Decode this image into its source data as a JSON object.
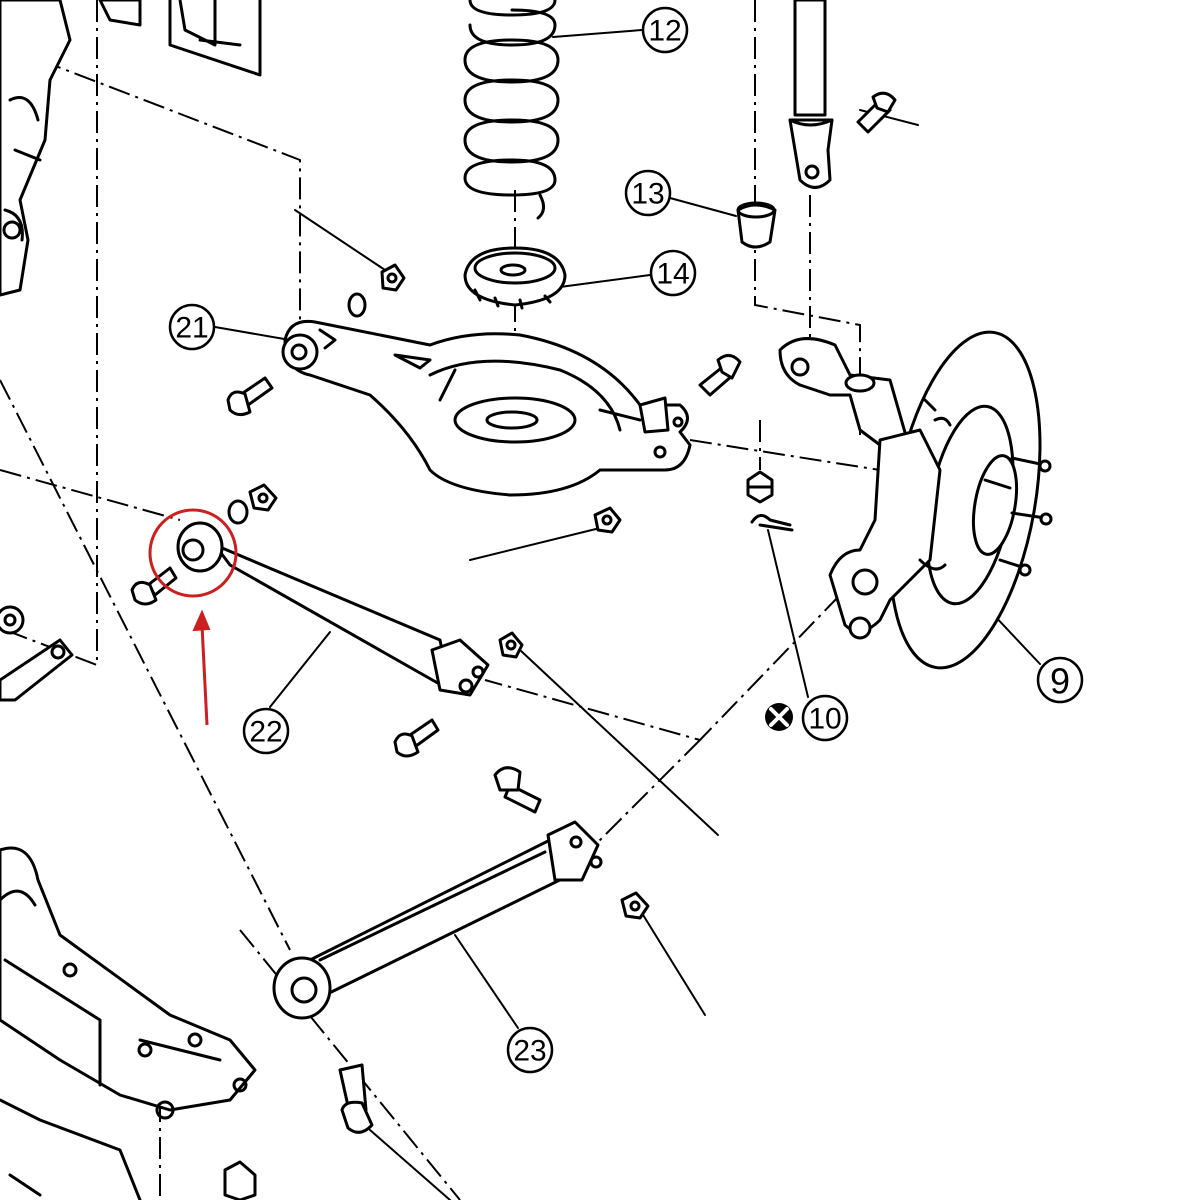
{
  "callouts": {
    "c9": "9",
    "c10": "10",
    "c12": "12",
    "c13": "13",
    "c14": "14",
    "c21": "21",
    "c22": "22",
    "c23": "23"
  },
  "colors": {
    "line": "#000000",
    "highlight": "#cc1f1f",
    "background": "#ffffff"
  },
  "icons": {
    "do-not-reuse": "circled-x-icon"
  }
}
